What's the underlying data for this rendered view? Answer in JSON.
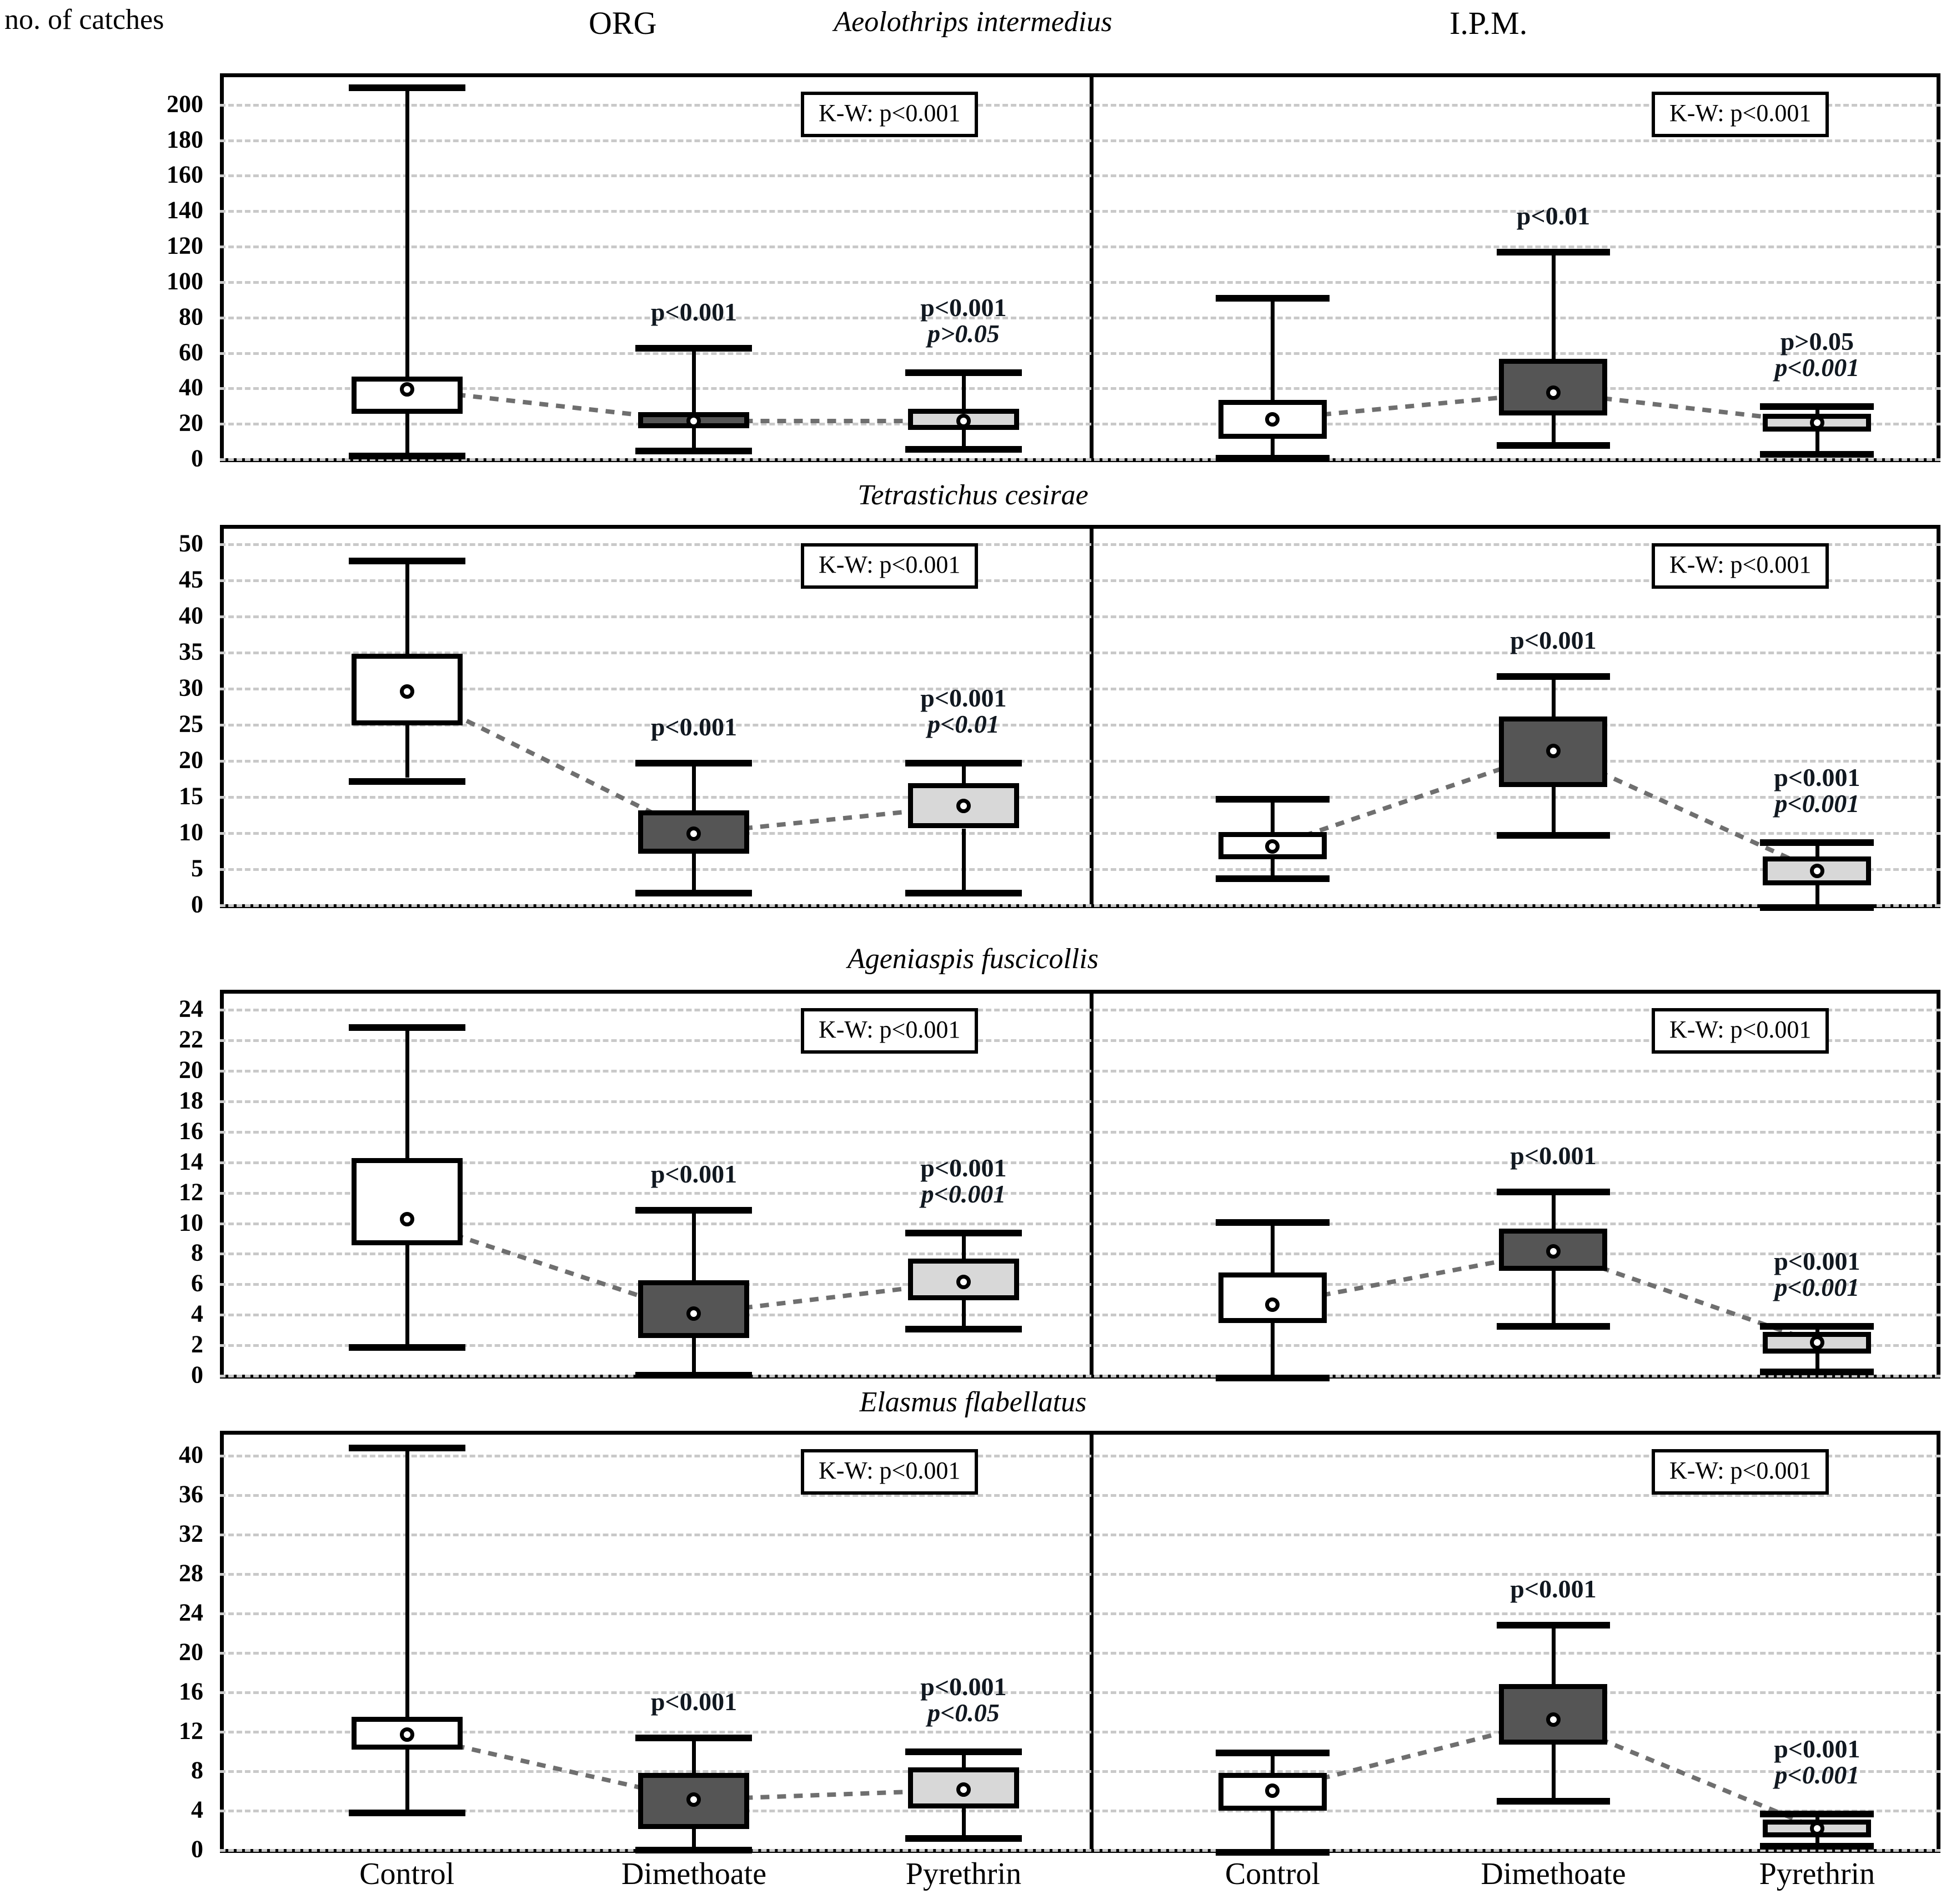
{
  "axis_title": "no. of catches",
  "groups": [
    {
      "label": "ORG"
    },
    {
      "label": "I.P.M."
    }
  ],
  "categories": [
    "Control",
    "Dimethoate",
    "Pyrethrin"
  ],
  "kw_label": "K-W: p<0.001",
  "chart_data": {
    "type": "box",
    "title": "no. of catches",
    "ylabel": "no. of catches",
    "xlabel": "",
    "grid": true,
    "legend": "none",
    "categories": [
      "Control",
      "Dimethoate",
      "Pyrethrin"
    ],
    "group_labels": [
      "ORG",
      "I.P.M."
    ],
    "box_fill_colors": {
      "Control": "#ffffff",
      "Dimethoate": "#555555",
      "Pyrethrin": "#d8d8d8"
    },
    "panels": [
      {
        "species": "Aeolothrips intermedius",
        "ylim": [
          0,
          215
        ],
        "yticks": [
          0,
          20,
          40,
          60,
          80,
          100,
          120,
          140,
          160,
          180,
          200
        ],
        "sides": [
          {
            "group": "ORG",
            "kw": "K-W: p<0.001",
            "boxes": [
              {
                "category": "Control",
                "whisker_low": 3,
                "q1": 25,
                "median": 39,
                "q3": 46,
                "whisker_high": 211,
                "p_vs_control": "",
                "p_vs_dimethoate": ""
              },
              {
                "category": "Dimethoate",
                "whisker_low": 6,
                "q1": 17,
                "median": 21,
                "q3": 26,
                "whisker_high": 64,
                "p_vs_control": "p<0.001",
                "p_vs_dimethoate": ""
              },
              {
                "category": "Pyrethrin",
                "whisker_low": 7,
                "q1": 16,
                "median": 21,
                "q3": 28,
                "whisker_high": 50,
                "p_vs_control": "p<0.001",
                "p_vs_dimethoate": "p>0.05"
              }
            ]
          },
          {
            "group": "I.P.M.",
            "kw": "K-W: p<0.001",
            "boxes": [
              {
                "category": "Control",
                "whisker_low": 2,
                "q1": 11,
                "median": 22,
                "q3": 33,
                "whisker_high": 92,
                "p_vs_control": "",
                "p_vs_dimethoate": ""
              },
              {
                "category": "Dimethoate",
                "whisker_low": 9,
                "q1": 24,
                "median": 37,
                "q3": 56,
                "whisker_high": 118,
                "p_vs_control": "p<0.01",
                "p_vs_dimethoate": ""
              },
              {
                "category": "Pyrethrin",
                "whisker_low": 4,
                "q1": 15,
                "median": 20,
                "q3": 25,
                "whisker_high": 31,
                "p_vs_control": "p>0.05",
                "p_vs_dimethoate": "p<0.001"
              }
            ]
          }
        ]
      },
      {
        "species": "Tetrastichus cesirae",
        "ylim": [
          0,
          52
        ],
        "yticks": [
          0,
          5,
          10,
          15,
          20,
          25,
          30,
          35,
          40,
          45,
          50
        ],
        "sides": [
          {
            "group": "ORG",
            "kw": "K-W: p<0.001",
            "boxes": [
              {
                "category": "Control",
                "whisker_low": 17.5,
                "q1": 24.8,
                "median": 29.5,
                "q3": 34.7,
                "whisker_high": 48,
                "p_vs_control": "",
                "p_vs_dimethoate": ""
              },
              {
                "category": "Dimethoate",
                "whisker_low": 2,
                "q1": 7,
                "median": 9.8,
                "q3": 13,
                "whisker_high": 20,
                "p_vs_control": "p<0.001",
                "p_vs_dimethoate": ""
              },
              {
                "category": "Pyrethrin",
                "whisker_low": 2,
                "q1": 10.5,
                "median": 13.6,
                "q3": 16.8,
                "whisker_high": 20,
                "p_vs_control": "p<0.001",
                "p_vs_dimethoate": "p<0.01"
              }
            ]
          },
          {
            "group": "I.P.M.",
            "kw": "K-W: p<0.001",
            "boxes": [
              {
                "category": "Control",
                "whisker_low": 4,
                "q1": 6.2,
                "median": 8,
                "q3": 10,
                "whisker_high": 15,
                "p_vs_control": "",
                "p_vs_dimethoate": ""
              },
              {
                "category": "Dimethoate",
                "whisker_low": 10,
                "q1": 16.2,
                "median": 21.2,
                "q3": 26,
                "whisker_high": 32,
                "p_vs_control": "p<0.001",
                "p_vs_dimethoate": ""
              },
              {
                "category": "Pyrethrin",
                "whisker_low": 0,
                "q1": 2.6,
                "median": 4.6,
                "q3": 6.6,
                "whisker_high": 9,
                "p_vs_control": "p<0.001",
                "p_vs_dimethoate": "p<0.001"
              }
            ]
          }
        ]
      },
      {
        "species": "Ageniaspis fuscicollis",
        "ylim": [
          0,
          25
        ],
        "yticks": [
          0,
          2,
          4,
          6,
          8,
          10,
          12,
          14,
          16,
          18,
          20,
          22,
          24
        ],
        "sides": [
          {
            "group": "ORG",
            "kw": "K-W: p<0.001",
            "boxes": [
              {
                "category": "Control",
                "whisker_low": 2,
                "q1": 8.5,
                "median": 10.2,
                "q3": 14.2,
                "whisker_high": 23,
                "p_vs_control": "",
                "p_vs_dimethoate": ""
              },
              {
                "category": "Dimethoate",
                "whisker_low": 0.2,
                "q1": 2.4,
                "median": 4,
                "q3": 6.2,
                "whisker_high": 11,
                "p_vs_control": "p<0.001",
                "p_vs_dimethoate": ""
              },
              {
                "category": "Pyrethrin",
                "whisker_low": 3.2,
                "q1": 4.9,
                "median": 6.1,
                "q3": 7.6,
                "whisker_high": 9.5,
                "p_vs_control": "p<0.001",
                "p_vs_dimethoate": "p<0.001"
              }
            ]
          },
          {
            "group": "I.P.M.",
            "kw": "K-W: p<0.001",
            "boxes": [
              {
                "category": "Control",
                "whisker_low": 0,
                "q1": 3.4,
                "median": 4.6,
                "q3": 6.7,
                "whisker_high": 10.2,
                "p_vs_control": "",
                "p_vs_dimethoate": ""
              },
              {
                "category": "Dimethoate",
                "whisker_low": 3.4,
                "q1": 6.8,
                "median": 8.1,
                "q3": 9.6,
                "whisker_high": 12.2,
                "p_vs_control": "p<0.001",
                "p_vs_dimethoate": ""
              },
              {
                "category": "Pyrethrin",
                "whisker_low": 0.4,
                "q1": 1.4,
                "median": 2.1,
                "q3": 2.8,
                "whisker_high": 3.4,
                "p_vs_control": "p<0.001",
                "p_vs_dimethoate": "p<0.001"
              }
            ]
          }
        ]
      },
      {
        "species": "Elasmus flabellatus",
        "ylim": [
          0,
          42
        ],
        "yticks": [
          0,
          4,
          8,
          12,
          16,
          20,
          24,
          28,
          32,
          36,
          40
        ],
        "sides": [
          {
            "group": "ORG",
            "kw": "K-W: p<0.001",
            "boxes": [
              {
                "category": "Control",
                "whisker_low": 4,
                "q1": 10.1,
                "median": 11.6,
                "q3": 13.4,
                "whisker_high": 41,
                "p_vs_control": "",
                "p_vs_dimethoate": ""
              },
              {
                "category": "Dimethoate",
                "whisker_low": 0.2,
                "q1": 2,
                "median": 5,
                "q3": 7.7,
                "whisker_high": 11.6,
                "p_vs_control": "p<0.001",
                "p_vs_dimethoate": ""
              },
              {
                "category": "Pyrethrin",
                "whisker_low": 1.4,
                "q1": 4.1,
                "median": 6,
                "q3": 8.3,
                "whisker_high": 10.2,
                "p_vs_control": "p<0.001",
                "p_vs_dimethoate": "p<0.05"
              }
            ]
          },
          {
            "group": "I.P.M.",
            "kw": "K-W: p<0.001",
            "boxes": [
              {
                "category": "Control",
                "whisker_low": 0,
                "q1": 3.9,
                "median": 5.9,
                "q3": 7.7,
                "whisker_high": 10.1,
                "p_vs_control": "",
                "p_vs_dimethoate": ""
              },
              {
                "category": "Dimethoate",
                "whisker_low": 5.2,
                "q1": 10.6,
                "median": 13.1,
                "q3": 16.7,
                "whisker_high": 23,
                "p_vs_control": "p<0.001",
                "p_vs_dimethoate": ""
              },
              {
                "category": "Pyrethrin",
                "whisker_low": 0.6,
                "q1": 1.2,
                "median": 2.1,
                "q3": 3,
                "whisker_high": 3.9,
                "p_vs_control": "p<0.001",
                "p_vs_dimethoate": "p<0.001"
              }
            ]
          }
        ]
      }
    ]
  }
}
